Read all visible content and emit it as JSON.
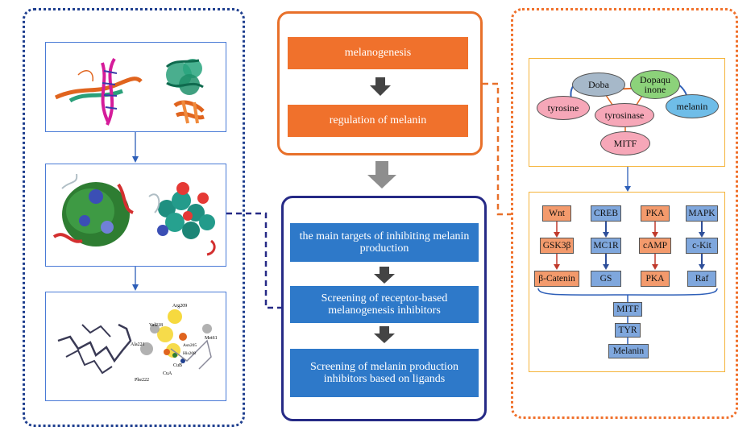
{
  "center": {
    "melanogenesis": "melanogenesis",
    "regulation": "regulation of melanin",
    "targets": "the main targets of inhibiting melanin production",
    "receptor": "Screening of receptor-based melanogenesis inhibitors",
    "ligand": "Screening of melanin production inhibitors based on ligands"
  },
  "pathway": {
    "doba": "Doba",
    "dopaquinone": "Dopaqu\ninone",
    "tyrosine": "tyrosine",
    "tyrosinase": "tyrosinase",
    "melanin": "melanin",
    "mitf": "MITF"
  },
  "signaling": {
    "col1": [
      "Wnt",
      "GSK3β",
      "β-Catenin"
    ],
    "col2": [
      "CREB",
      "MC1R",
      "GS"
    ],
    "col3": [
      "PKA",
      "cAMP",
      "PKA"
    ],
    "col4": [
      "MAPK",
      "c-Kit",
      "Raf"
    ],
    "bottom": [
      "MITF",
      "TYR",
      "Melanin"
    ]
  },
  "residues": [
    "Arg209",
    "Val218",
    "Met61",
    "Ala221",
    "Asn205",
    "His208",
    "CuB",
    "CuA",
    "Phe222"
  ],
  "colors": {
    "orange": "#f0712c",
    "navy": "#262a86",
    "blue": "#2e79c9",
    "panel_blue": "#1f3f8f"
  }
}
